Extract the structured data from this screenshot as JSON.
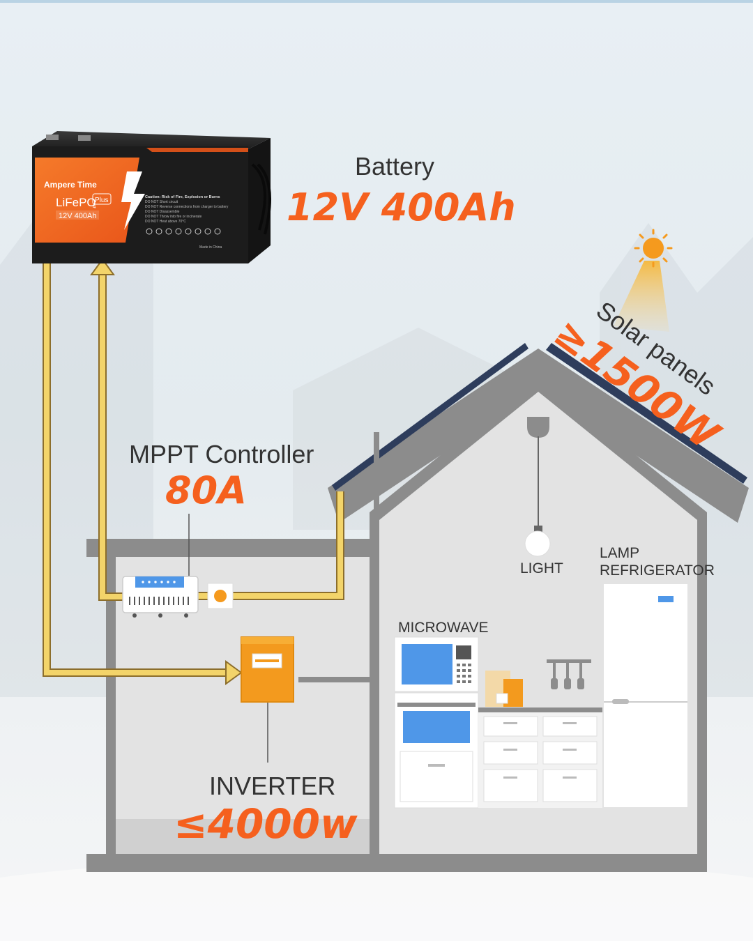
{
  "battery": {
    "label": "Battery",
    "spec": "12V 400Ah",
    "brand": "Ampere Time",
    "chem": "LiFePO",
    "plus": "Plus",
    "rating": "12V  400Ah",
    "caution_title": "Caution: Risk of Fire, Explosion or Burns",
    "caution_lines": [
      "DO NOT Short circuit",
      "DO NOT Reverse connections from charger to battery",
      "DO NOT Disassemble",
      "DO NOT Throw into fire or incinerate",
      "DO NOT Heat above 70°C"
    ],
    "made_in": "Made in China"
  },
  "solar": {
    "label": "Solar panels",
    "spec": "≥1500W"
  },
  "mppt": {
    "label": "MPPT Controller",
    "spec": "80A"
  },
  "inverter": {
    "label": "INVERTER",
    "spec": "≤4000w"
  },
  "appliances": {
    "light": "LIGHT",
    "lamp": "LAMP",
    "refrigerator": "REFRIGERATOR",
    "microwave": "MICROWAVE"
  },
  "colors": {
    "accent": "#F5601E",
    "wire": "#F3D46A",
    "house": "#8C8C8C",
    "interior": "#E3E3E3",
    "inverter": "#F39A1E",
    "screen": "#4F97E8",
    "panel": "#2E3D5C",
    "background": "#E6EEF3"
  }
}
